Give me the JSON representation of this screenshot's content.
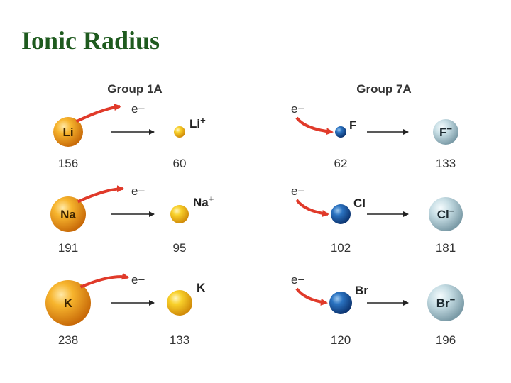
{
  "title": "Ionic Radius",
  "electron_label": "e−",
  "groups": [
    {
      "name": "Group 1A",
      "process": "loses electron",
      "rows": [
        {
          "atom": "Li",
          "atom_radius": "156",
          "ion": "Li",
          "ion_charge": "+",
          "ion_radius": "60"
        },
        {
          "atom": "Na",
          "atom_radius": "191",
          "ion": "Na",
          "ion_charge": "+",
          "ion_radius": "95"
        },
        {
          "atom": "K",
          "atom_radius": "238",
          "ion": "K",
          "ion_charge": "",
          "ion_radius": "133"
        }
      ]
    },
    {
      "name": "Group 7A",
      "process": "gains electron",
      "rows": [
        {
          "atom": "F",
          "atom_radius": "62",
          "ion": "F",
          "ion_charge": "−",
          "ion_radius": "133"
        },
        {
          "atom": "Cl",
          "atom_radius": "102",
          "ion": "Cl",
          "ion_charge": "−",
          "ion_radius": "181"
        },
        {
          "atom": "Br",
          "atom_radius": "120",
          "ion": "Br",
          "ion_charge": "−",
          "ion_radius": "196"
        }
      ]
    }
  ],
  "colors": {
    "metal_atom": "#f0a020",
    "metal_ion": "#f5c020",
    "nonmetal_atom": "#1e5fa8",
    "nonmetal_ion": "#b8d4dc",
    "electron_arrow": "#e03a2a",
    "title": "#1e5a1e"
  }
}
